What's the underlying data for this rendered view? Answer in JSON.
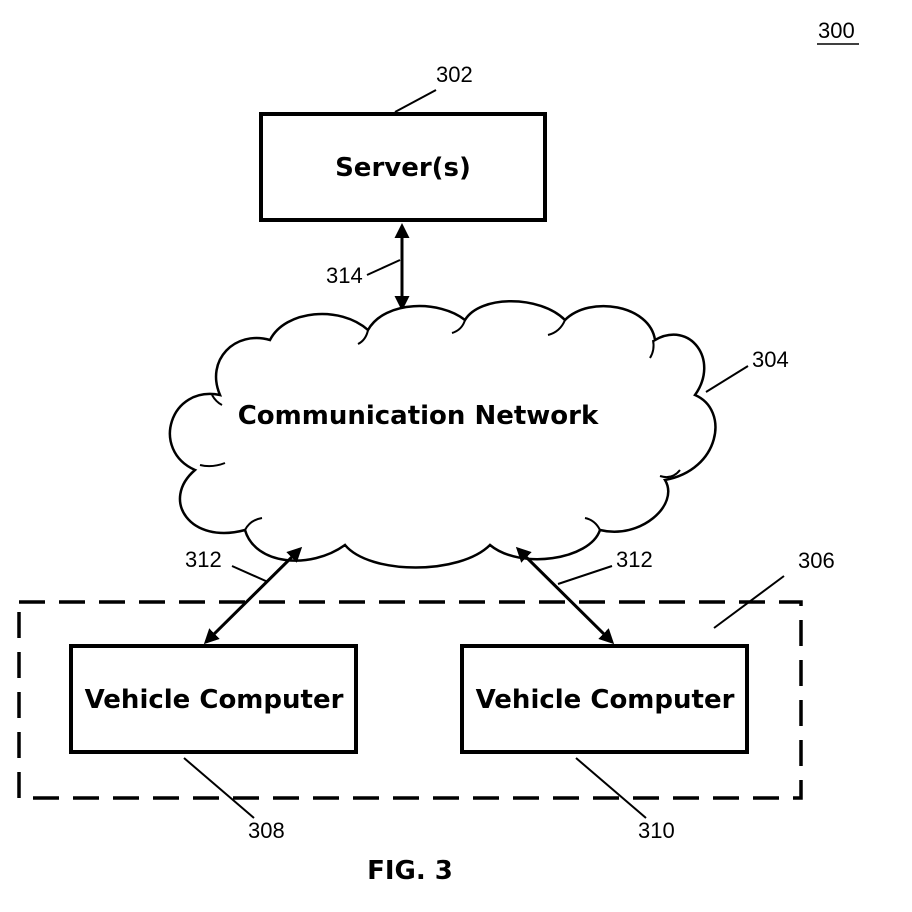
{
  "figure": {
    "number_label": "300",
    "caption": "FIG. 3"
  },
  "server": {
    "label": "Server(s)",
    "ref": "302"
  },
  "network": {
    "label": "Communication Network",
    "ref": "304"
  },
  "vehicle_group": {
    "ref": "306"
  },
  "vehicle_left": {
    "label": "Vehicle Computer",
    "ref": "308"
  },
  "vehicle_right": {
    "label": "Vehicle Computer",
    "ref": "310"
  },
  "links": {
    "server_network_ref": "314",
    "left_vehicle_ref": "312",
    "right_vehicle_ref": "312"
  }
}
